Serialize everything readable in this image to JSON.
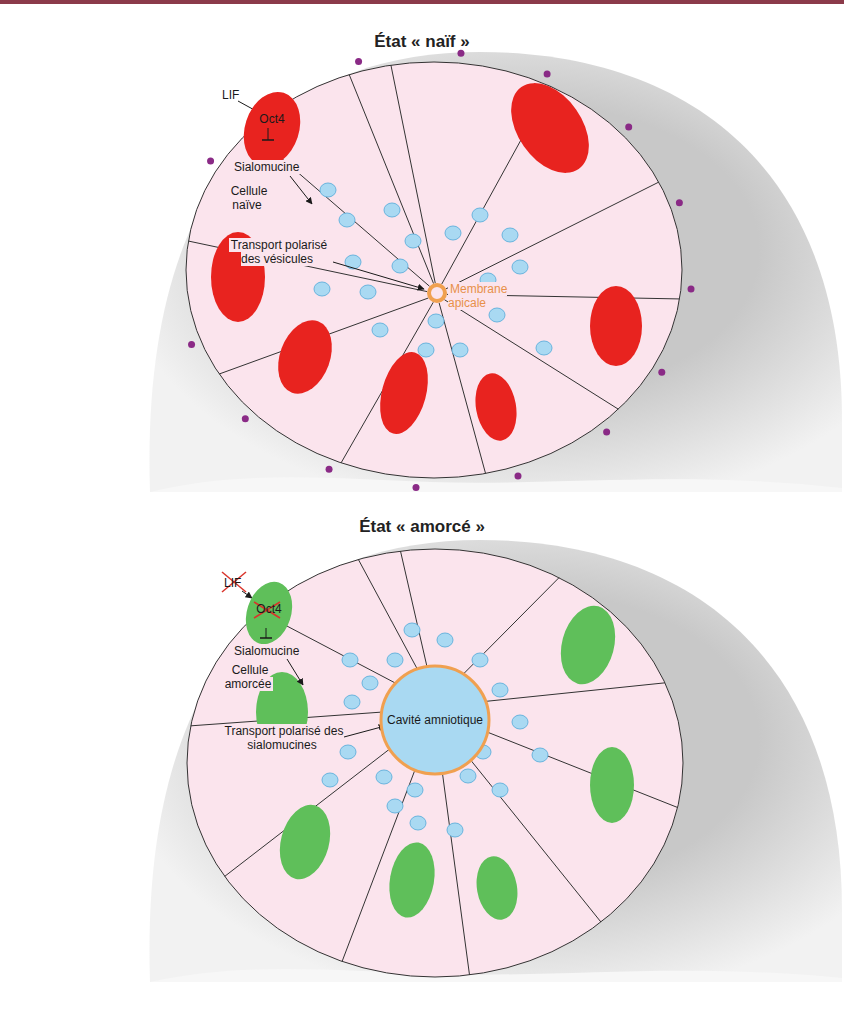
{
  "diagram": {
    "nodes": [
      {
        "text": [
          "Oct4"
        ]
      },
      {
        "text": [
          "Oct4"
        ]
      },
      {
        "text": [
          "Cavité amniotique"
        ]
      }
    ],
    "labels": [
      "État « naïf »",
      "LIF",
      "Sialomucine",
      "Cellule naïve",
      "Transport polarisé des vésicules",
      "Membrane apicale",
      "État « amorcé »",
      "LIF",
      "Sialomucine",
      "Cellule amorcée",
      "Transport polarisé des sialomucines"
    ]
  }
}
